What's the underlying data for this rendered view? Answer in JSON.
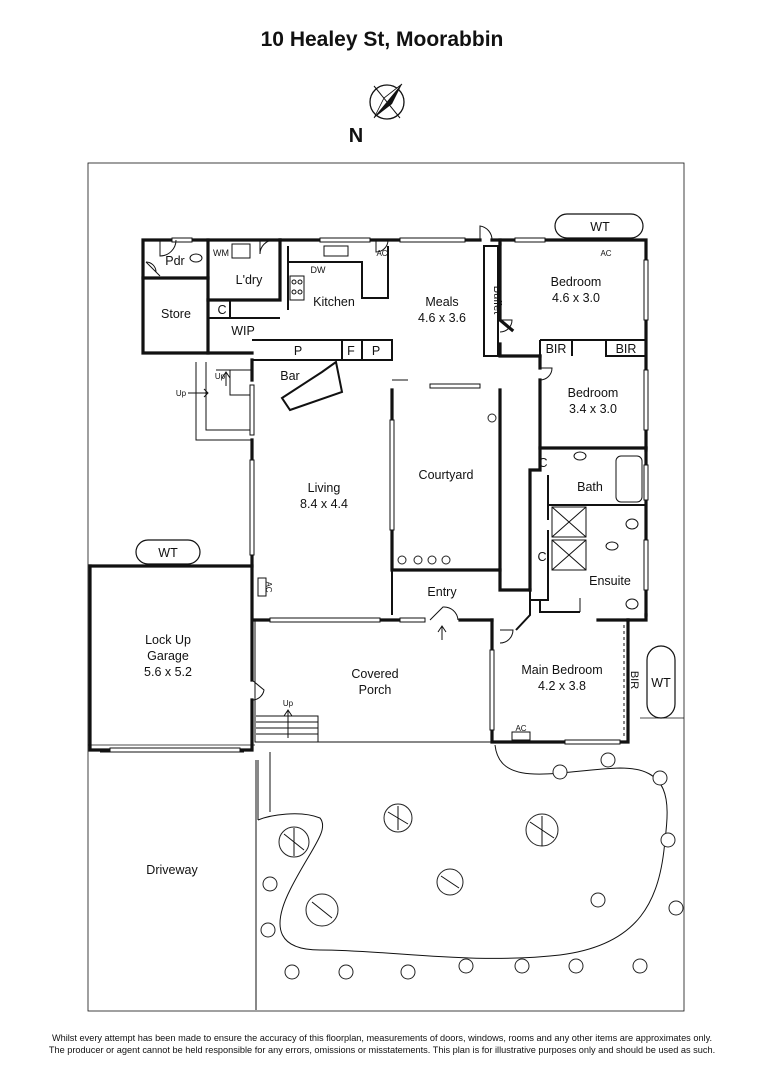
{
  "title": "10 Healey St, Moorabbin",
  "compass": {
    "label": "N"
  },
  "rooms": {
    "pdr": "Pdr",
    "wm": "WM",
    "ldry": "L'dry",
    "store": "Store",
    "c1": "C",
    "wip": "WIP",
    "kitchen": "Kitchen",
    "dw": "DW",
    "ac_kitchen": "AC",
    "p1": "P",
    "f": "F",
    "p2": "P",
    "bar": "Bar",
    "up1": "Up",
    "up2": "Up",
    "meals": "Meals",
    "meals_size": "4.6 x 3.6",
    "buffet": "Buffet",
    "wt1": "WT",
    "ac_bed1": "AC",
    "bed1": "Bedroom",
    "bed1_size": "4.6 x 3.0",
    "bir1": "BIR",
    "bir2": "BIR",
    "bed2": "Bedroom",
    "bed2_size": "3.4 x 3.0",
    "c2": "C",
    "bath": "Bath",
    "c3": "C",
    "ensuite": "Ensuite",
    "living": "Living",
    "living_size": "8.4 x 4.4",
    "courtyard": "Courtyard",
    "entry": "Entry",
    "wt2": "WT",
    "ac_garage": "AC",
    "garage_l1": "Lock Up",
    "garage_l2": "Garage",
    "garage_size": "5.6 x 5.2",
    "porch_l1": "Covered",
    "porch_l2": "Porch",
    "up3": "Up",
    "main_bed": "Main Bedroom",
    "main_bed_size": "4.2 x 3.8",
    "bir3": "BIR",
    "wt3": "WT",
    "ac_main": "AC",
    "driveway": "Driveway"
  },
  "disclaimer": {
    "line1": "Whilst every attempt has been made to ensure the accuracy of this floorplan, measurements of doors, windows, rooms and any other items are approximates only.",
    "line2": "The producer or agent cannot be held responsible for any errors, omissions or misstatements. This plan is for illustrative purposes only and should be used as such."
  }
}
